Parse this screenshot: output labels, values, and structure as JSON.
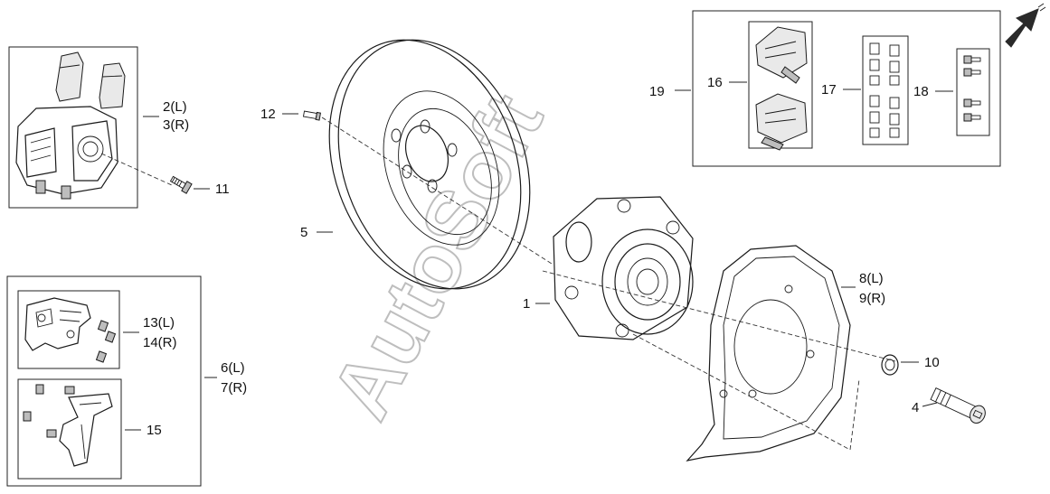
{
  "labels": {
    "l2": "2(L)",
    "l3": "3(R)",
    "l11": "11",
    "l12": "12",
    "l5": "5",
    "l1": "1",
    "l13": "13(L)",
    "l14": "14(R)",
    "l6": "6(L)",
    "l7": "7(R)",
    "l15": "15",
    "l8": "8(L)",
    "l9": "9(R)",
    "l10": "10",
    "l4": "4",
    "l16": "16",
    "l17": "17",
    "l18": "18",
    "l19": "19"
  },
  "watermark": "AutoSoft",
  "icons": {
    "direction": "arrow-up-right-icon"
  }
}
